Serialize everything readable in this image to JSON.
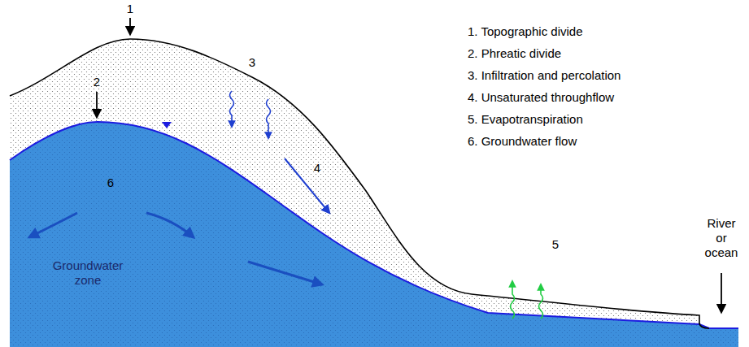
{
  "diagram": {
    "labels": [
      "1",
      "2",
      "3",
      "4",
      "5",
      "6",
      "1. Topographic divide",
      "2. Phreatic divide",
      "3. Infiltration and percolation",
      "4. Unsaturated throughflow",
      "5. Evapotranspiration",
      "6. Groundwater flow",
      "Groundwater zone",
      "River or ocean"
    ]
  }
}
